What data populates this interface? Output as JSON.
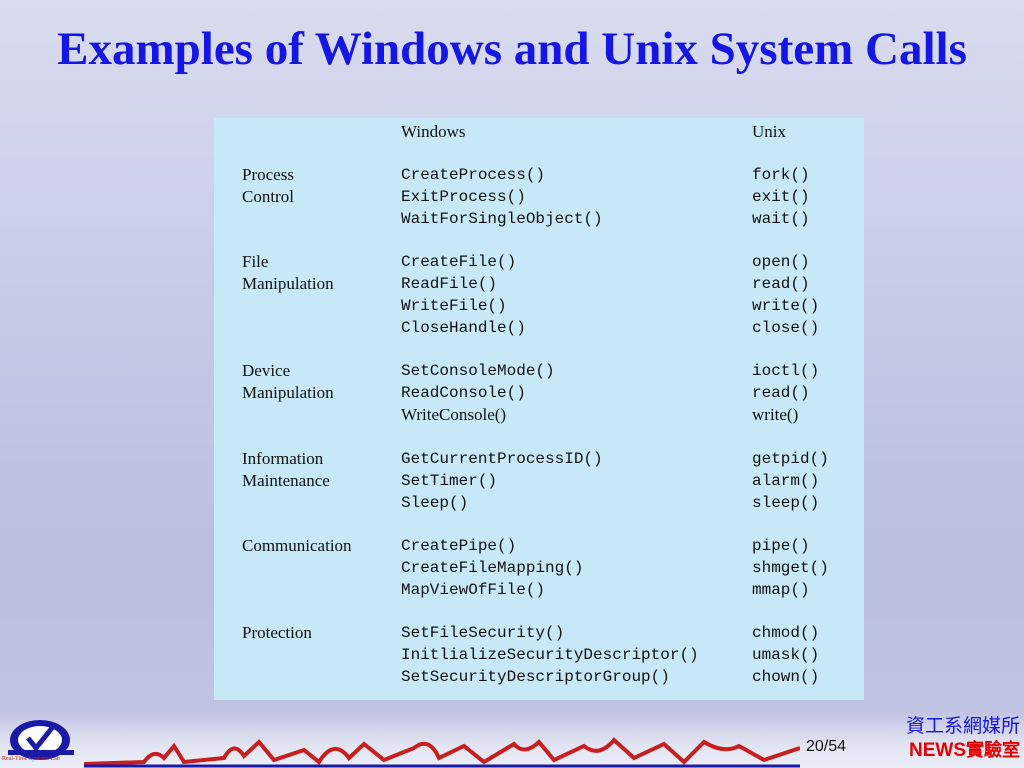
{
  "slide": {
    "title": "Examples of Windows and Unix System Calls",
    "page_current": "20",
    "page_sep": "/",
    "page_total": "54",
    "dept_line1": "資工系網媒所",
    "lab_latin": "NEWS",
    "lab_cn": "實驗室",
    "logo_caption": "Real-Time Systems Lab"
  },
  "table": {
    "header_windows": "Windows",
    "header_unix": "Unix",
    "groups": [
      {
        "category": [
          "Process",
          "Control"
        ],
        "rows": [
          {
            "windows": "CreateProcess()",
            "unix": "fork()"
          },
          {
            "windows": "ExitProcess()",
            "unix": "exit()"
          },
          {
            "windows": "WaitForSingleObject()",
            "unix": "wait()"
          }
        ]
      },
      {
        "category": [
          "File",
          "Manipulation"
        ],
        "rows": [
          {
            "windows": "CreateFile()",
            "unix": "open()"
          },
          {
            "windows": "ReadFile()",
            "unix": "read()"
          },
          {
            "windows": "WriteFile()",
            "unix": "write()"
          },
          {
            "windows": "CloseHandle()",
            "unix": "close()"
          }
        ]
      },
      {
        "category": [
          "Device",
          "Manipulation"
        ],
        "rows": [
          {
            "windows": "SetConsoleMode()",
            "unix": "ioctl()"
          },
          {
            "windows": "ReadConsole()",
            "unix": "read()"
          },
          {
            "windows": "WriteConsole()",
            "unix": "write()"
          }
        ]
      },
      {
        "category": [
          "Information",
          "Maintenance"
        ],
        "rows": [
          {
            "windows": "GetCurrentProcessID()",
            "unix": "getpid()"
          },
          {
            "windows": "SetTimer()",
            "unix": "alarm()"
          },
          {
            "windows": "Sleep()",
            "unix": "sleep()"
          }
        ]
      },
      {
        "category": [
          "Communication"
        ],
        "rows": [
          {
            "windows": "CreatePipe()",
            "unix": "pipe()"
          },
          {
            "windows": "CreateFileMapping()",
            "unix": "shmget()"
          },
          {
            "windows": "MapViewOfFile()",
            "unix": "mmap()"
          }
        ]
      },
      {
        "category": [
          "Protection"
        ],
        "rows": [
          {
            "windows": "SetFileSecurity()",
            "unix": "chmod()"
          },
          {
            "windows": "InitlializeSecurityDescriptor()",
            "unix": "umask()"
          },
          {
            "windows": "SetSecurityDescriptorGroup()",
            "unix": "chown()"
          }
        ]
      }
    ]
  }
}
